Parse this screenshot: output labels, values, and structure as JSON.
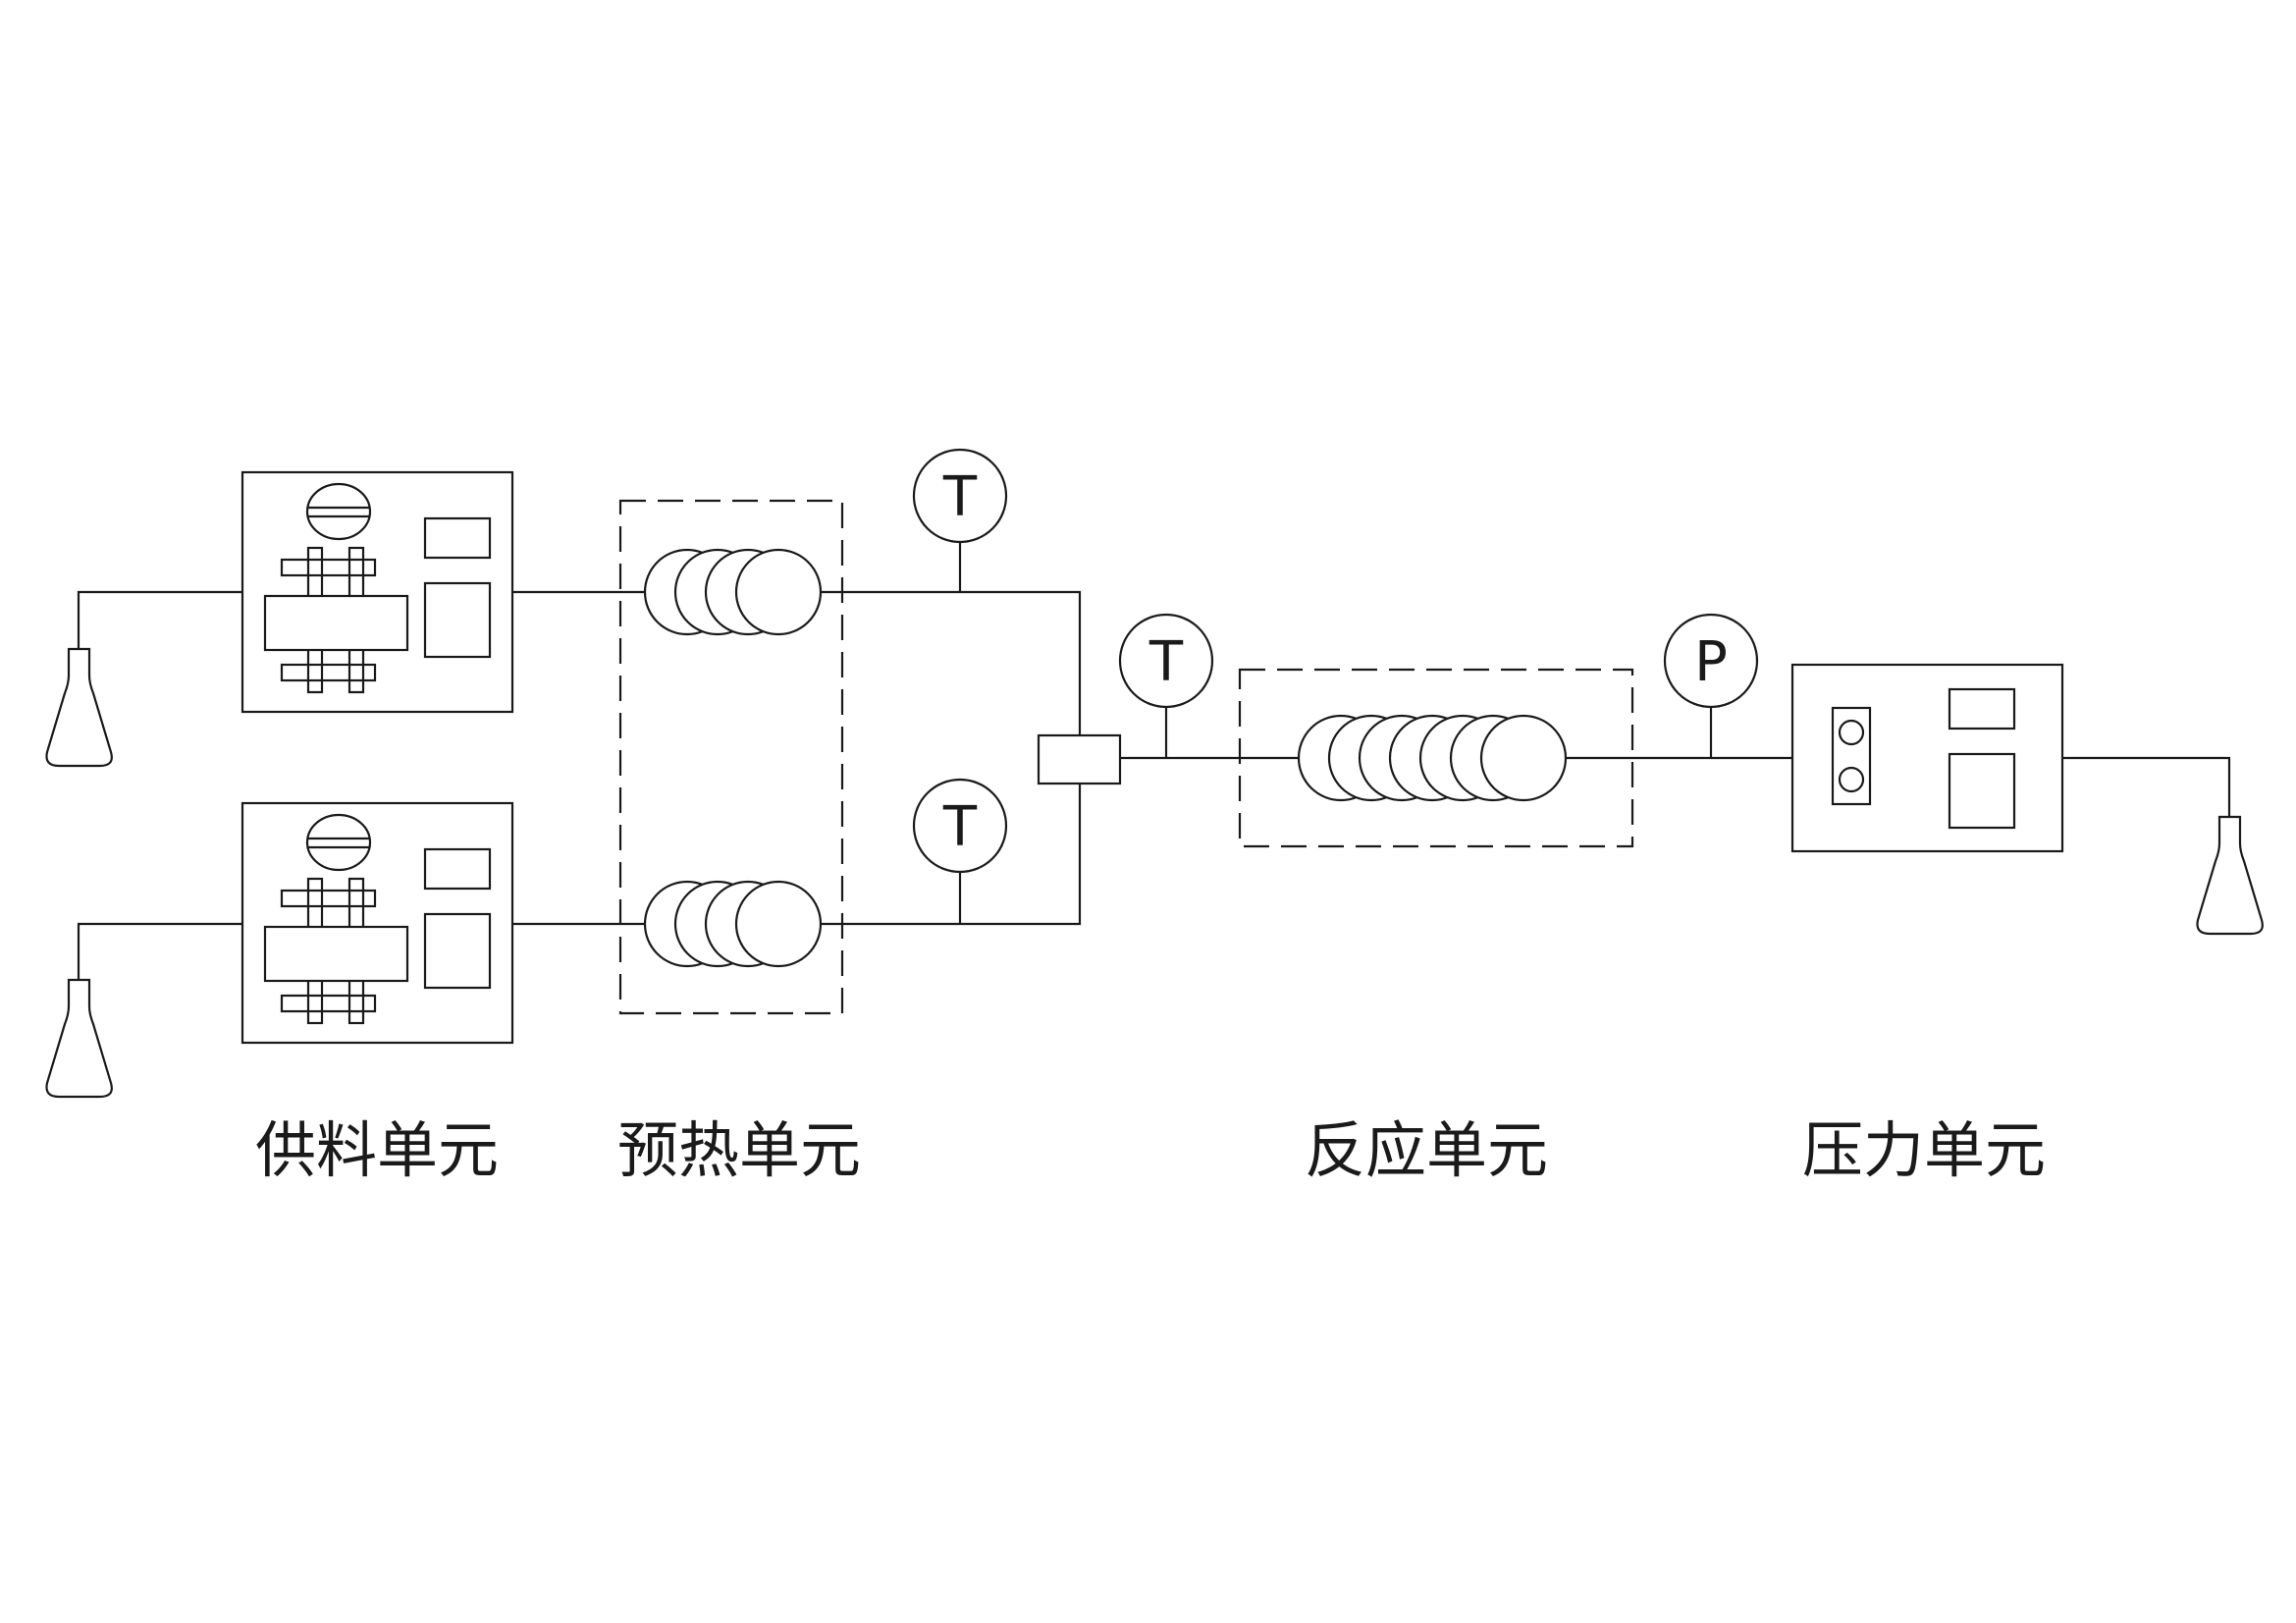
{
  "diagram": {
    "colors": {
      "stroke": "#1a1a1a",
      "background": "#ffffff"
    },
    "labels": {
      "feed_unit": "供料单元",
      "preheat_unit": "预热单元",
      "reaction_unit": "反应单元",
      "pressure_unit": "压力单元"
    },
    "gauges": {
      "temp_upper": "T",
      "temp_lower": "T",
      "temp_mixer": "T",
      "pressure": "P"
    }
  }
}
